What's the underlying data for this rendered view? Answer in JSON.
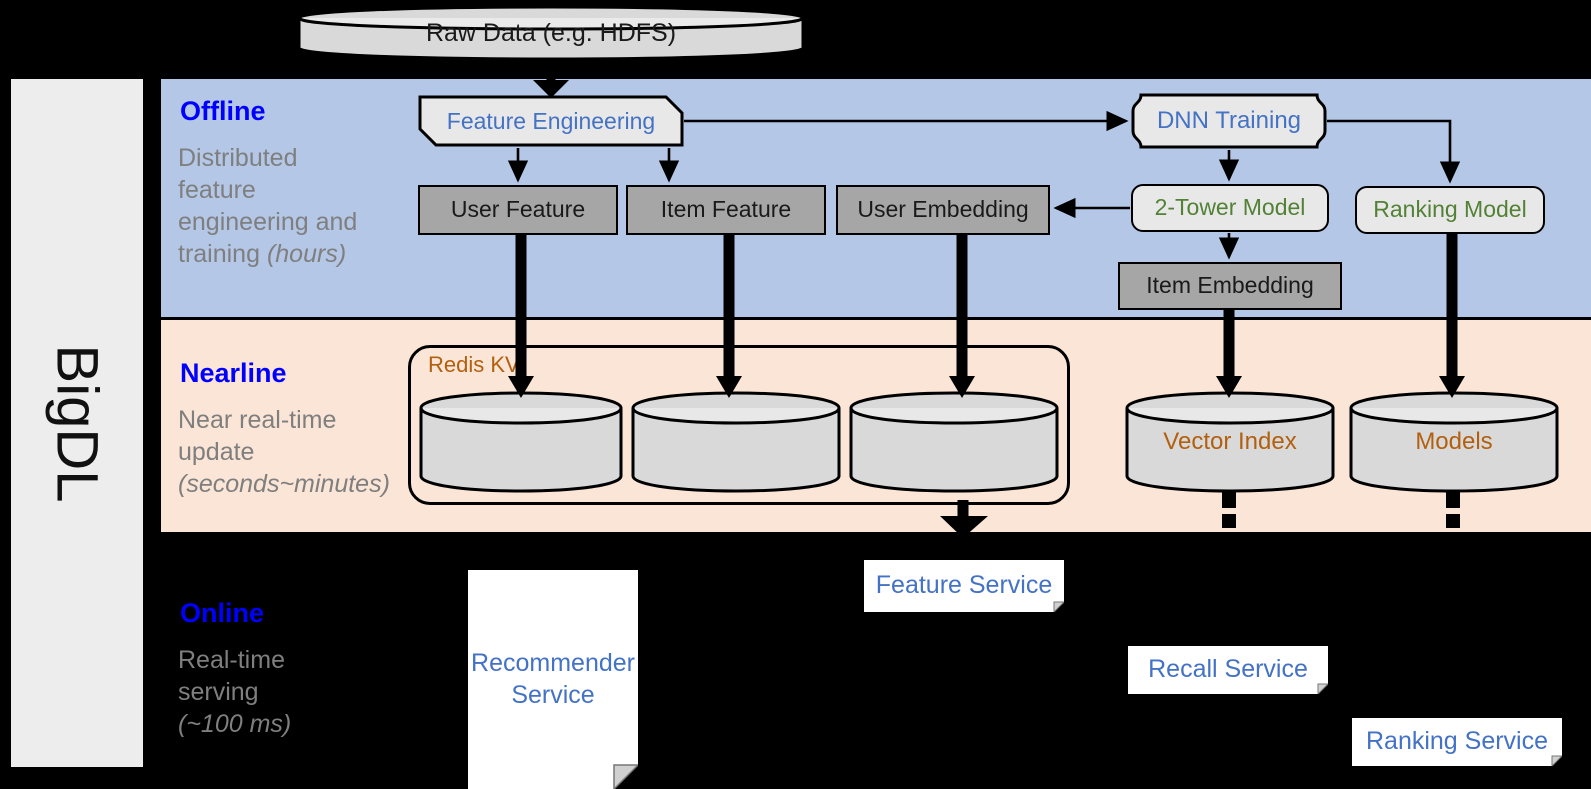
{
  "platform": {
    "name": "BigDL"
  },
  "source": {
    "label": "Raw Data (e.g. HDFS)"
  },
  "layers": [
    {
      "id": "offline",
      "title": "Offline",
      "subtitle_line1": "Distributed",
      "subtitle_line2": "feature",
      "subtitle_line3": "engineering and",
      "subtitle_line4": "training ",
      "subtitle_emphasis": "(hours)",
      "bg_color": "#b4c7e7"
    },
    {
      "id": "nearline",
      "title": "Nearline",
      "subtitle_line1": "Near real-time",
      "subtitle_line2": "update",
      "subtitle_emphasis": "(seconds~minutes)",
      "bg_color": "#fae5d6"
    },
    {
      "id": "online",
      "title": "Online",
      "subtitle_line1": "Real-time",
      "subtitle_line2": "serving",
      "subtitle_emphasis": "(~100 ms)",
      "bg_color": "#000000"
    }
  ],
  "offline_nodes": {
    "feature_engineering": {
      "label": "Feature Engineering",
      "color": "#4472c4"
    },
    "dnn_training": {
      "label": "DNN Training",
      "color": "#4472c4"
    },
    "user_feature": {
      "label": "User Feature",
      "color": "#1a1a1a"
    },
    "item_feature": {
      "label": "Item Feature",
      "color": "#1a1a1a"
    },
    "user_embedding": {
      "label": "User Embedding",
      "color": "#1a1a1a"
    },
    "two_tower_model": {
      "label": "2-Tower Model",
      "color": "#538135"
    },
    "ranking_model": {
      "label": "Ranking Model",
      "color": "#538135"
    },
    "item_embedding": {
      "label": "Item Embedding",
      "color": "#1a1a1a"
    }
  },
  "nearline_nodes": {
    "redis_kv": {
      "label": "Redis KV",
      "color": "#b2600f"
    },
    "store_1": {
      "label": ""
    },
    "store_2": {
      "label": ""
    },
    "store_3": {
      "label": ""
    },
    "vector_index": {
      "label": "Vector Index",
      "color": "#b2600f"
    },
    "models": {
      "label": "Models",
      "color": "#b2600f"
    }
  },
  "online_nodes": {
    "recommender_service": {
      "label": "Recommender\nService",
      "line1": "Recommender",
      "line2": "Service",
      "color": "#4472c4"
    },
    "feature_service": {
      "label": "Feature Service",
      "color": "#4472c4"
    },
    "recall_service": {
      "label": "Recall Service",
      "color": "#4472c4"
    },
    "ranking_service": {
      "label": "Ranking Service",
      "color": "#4472c4"
    }
  },
  "palette": {
    "offline_bg": "#b4c7e7",
    "nearline_bg": "#fae5d6",
    "online_bg": "#000000",
    "store_fill": "#a6a6a6",
    "process_fill": "#e8e8e8",
    "cylinder_fill": "#d9d9d9",
    "section_title": "#0000ff",
    "section_subtitle": "#7f7f7f",
    "accent_blue": "#4472c4",
    "accent_green": "#538135",
    "accent_brown": "#b2600f"
  }
}
